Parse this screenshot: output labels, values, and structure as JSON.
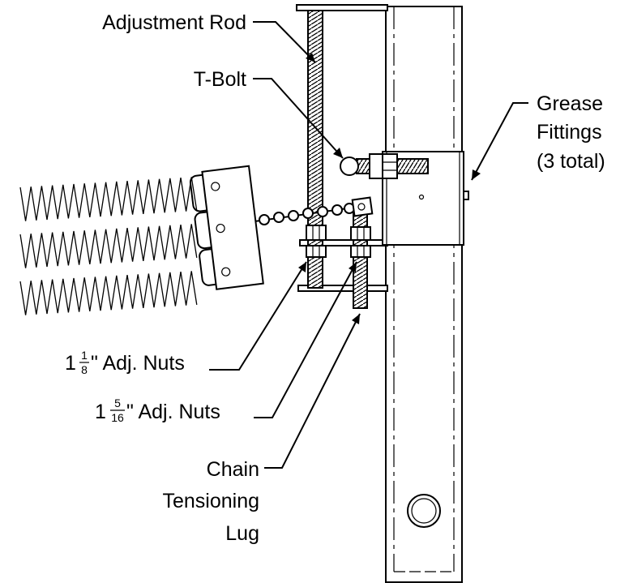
{
  "labels": {
    "adjustment_rod": "Adjustment Rod",
    "t_bolt": "T-Bolt",
    "grease_line1": "Grease",
    "grease_line2": "Fittings",
    "grease_line3": "(3 total)",
    "nuts_small_whole": "1",
    "nuts_small_num": "1",
    "nuts_small_den": "8",
    "nuts_small_text": "\" Adj. Nuts",
    "nuts_large_whole": "1",
    "nuts_large_num": "5",
    "nuts_large_den": "16",
    "nuts_large_text": "\" Adj. Nuts",
    "chain_line1": "Chain",
    "chain_line2": "Tensioning",
    "chain_line3": "Lug"
  },
  "colors": {
    "line": "#000000",
    "background": "#ffffff"
  }
}
